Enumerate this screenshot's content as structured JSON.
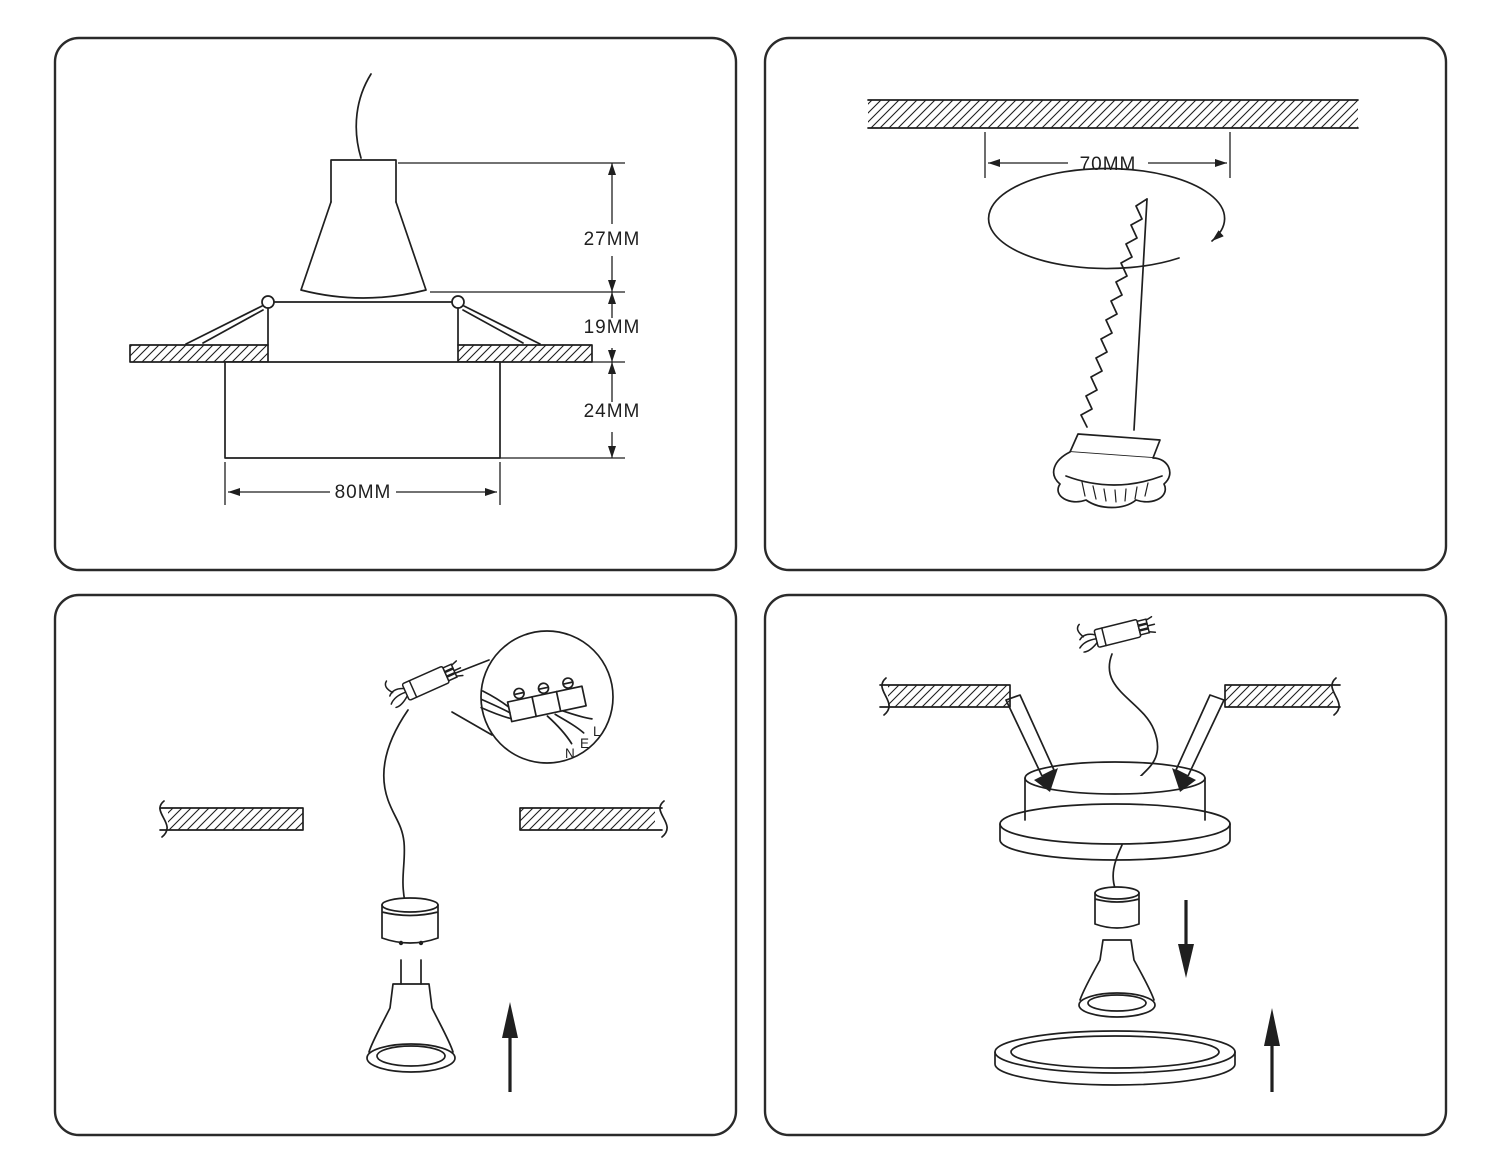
{
  "colors": {
    "ink": "#1f1f1f",
    "paper": "#ffffff"
  },
  "cross_section": {
    "dim_lamp_height": "27MM",
    "dim_collar_height": "19MM",
    "dim_recess_depth": "24MM",
    "dim_body_width": "80MM"
  },
  "hole_cutting": {
    "dim_hole_diameter": "70MM"
  },
  "wiring": {
    "terminal_live": "L",
    "terminal_earth": "E",
    "terminal_neutral": "N"
  }
}
